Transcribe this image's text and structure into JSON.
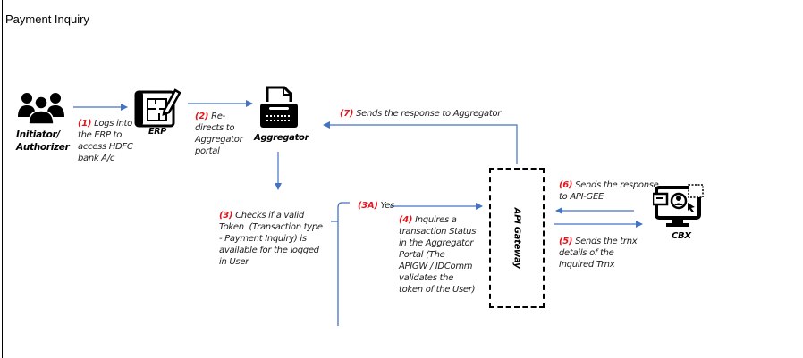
{
  "title": "Payment Inquiry",
  "colors": {
    "arrow": "#4472c4",
    "step_number": "#e2161e"
  },
  "nodes": {
    "initiator": {
      "line1": "Initiator/",
      "line2": "Authorizer",
      "icon": "users-group-icon"
    },
    "erp": {
      "name": "ERP",
      "icon": "blueprint-pencil-icon"
    },
    "aggregator": {
      "name": "Aggregator",
      "icon": "typewriter-icon"
    },
    "api_gateway": {
      "name": "API Gateway"
    },
    "cbx": {
      "name": "CBX",
      "icon": "monitor-user-icon"
    }
  },
  "steps": {
    "s1": {
      "num": "(1)",
      "lines": [
        "Logs into",
        "the ERP to",
        "access HDFC",
        "bank A/c"
      ]
    },
    "s2": {
      "num": "(2)",
      "lines": [
        "Re-",
        "directs to",
        "Aggregator",
        "portal"
      ]
    },
    "s3": {
      "num": "(3)",
      "lines": [
        "Checks if a valid",
        "Token  (Transaction type",
        "- Payment Inquiry) is",
        "available for the logged",
        "in User"
      ]
    },
    "s3a": {
      "num": "(3A)",
      "text": "Yes"
    },
    "s4": {
      "num": "(4)",
      "lines": [
        "Inquires a",
        "transaction Status",
        "in the Aggregator",
        "Portal (The",
        "APIGW / IDComm",
        "validates the",
        "token of the User)"
      ]
    },
    "s5": {
      "num": "(5)",
      "lines": [
        "Sends the trnx",
        "details of the",
        "Inquired Trnx"
      ]
    },
    "s6": {
      "num": "(6)",
      "lines": [
        "Sends the response",
        "to API-GEE"
      ]
    },
    "s7": {
      "num": "(7)",
      "text": "Sends the response to Aggregator"
    }
  }
}
